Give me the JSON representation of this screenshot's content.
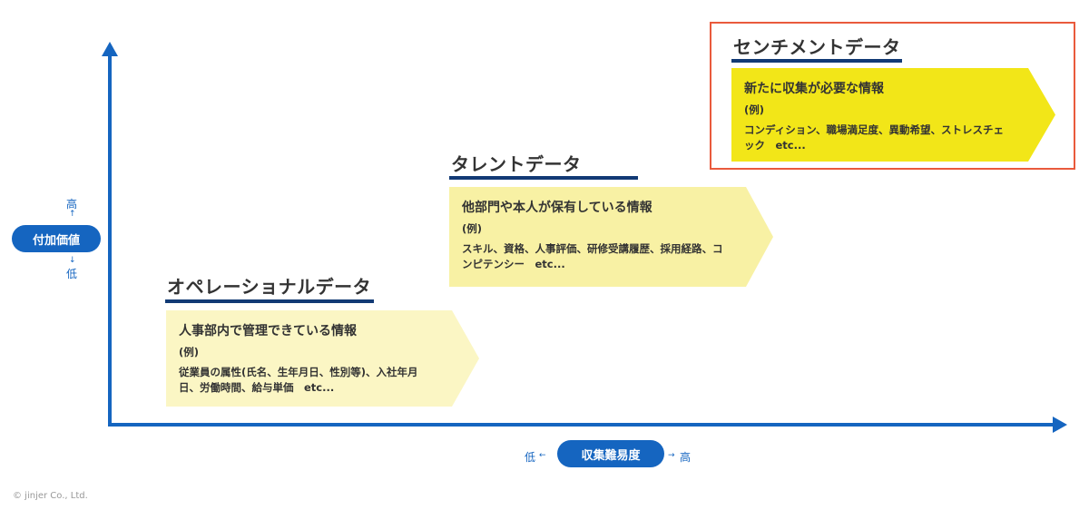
{
  "y_axis": {
    "label": "付加価値",
    "high": "高",
    "low": "低"
  },
  "x_axis": {
    "label": "収集難易度",
    "high": "高",
    "low": "低"
  },
  "categories": [
    {
      "title": "オペレーショナルデータ",
      "heading": "人事部内で管理できている情報",
      "example_label": "(例)",
      "description": "従業員の属性(氏名、生年月日、性別等)、入社年月日、労働時間、給与単価　etc...",
      "fill": "#fbf6c4"
    },
    {
      "title": "タレントデータ",
      "heading": "他部門や本人が保有している情報",
      "example_label": "(例)",
      "description": "スキル、資格、人事評価、研修受講履歴、採用経路、コンピテンシー　etc...",
      "fill": "#f8f1a4"
    },
    {
      "title": "センチメントデータ",
      "heading": "新たに収集が必要な情報",
      "example_label": "(例)",
      "description": "コンディション、職場満足度、異動希望、ストレスチェック　etc...",
      "fill": "#f2e618",
      "highlighted": true
    }
  ],
  "colors": {
    "axis": "#1565c0",
    "underline": "#123a75",
    "highlight": "#e95a3c"
  },
  "copyright": "© jinjer Co., Ltd."
}
